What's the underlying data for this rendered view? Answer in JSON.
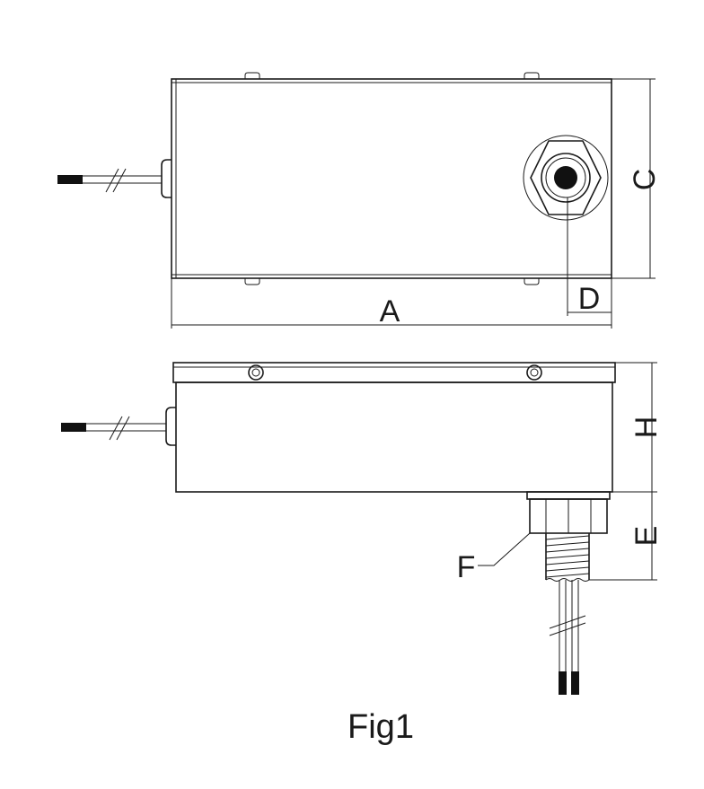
{
  "labels": {
    "a": "A",
    "c": "C",
    "d": "D",
    "h": "H",
    "e": "E",
    "f": "F"
  },
  "caption": "Fig1",
  "colors": {
    "line": "#1a1a1a",
    "background": "#ffffff",
    "wire_end": "#111111"
  }
}
